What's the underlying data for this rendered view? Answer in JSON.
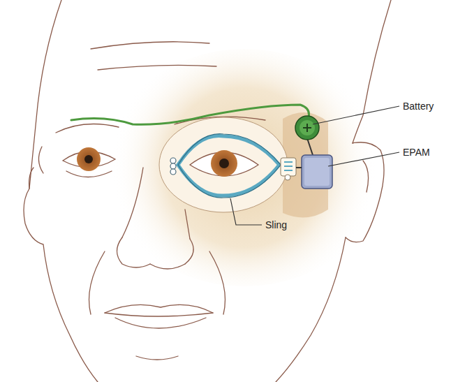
{
  "diagram": {
    "labels": [
      "Battery",
      "EPAM",
      "Sling"
    ]
  }
}
